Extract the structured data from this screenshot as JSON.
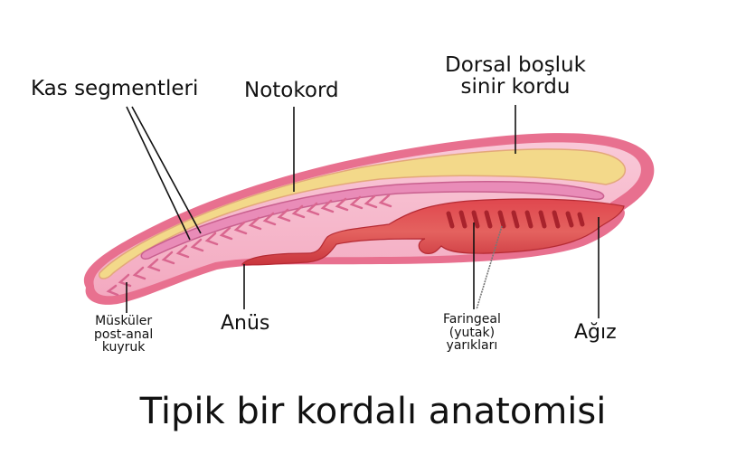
{
  "title": "Tipik bir kordalı anatomisi",
  "labels": {
    "muscle_segments": "Kas segmentleri",
    "notochord": "Notokord",
    "nerve_cord_line1": "Dorsal boşluk",
    "nerve_cord_line2": "sinir kordu",
    "tail_line1": "Müsküler",
    "tail_line2": "post-anal",
    "tail_line3": "kuyruk",
    "anus": "Anüs",
    "pharyngeal_line1": "Faringeal",
    "pharyngeal_line2": "(yutak)",
    "pharyngeal_line3": "yarıkları",
    "mouth": "Ağız"
  },
  "colors": {
    "body_outer": "#e8708f",
    "body_inner": "#f6b8cb",
    "nerve_cord": "#f3d98a",
    "notochord": "#d979a8",
    "gut": "#d9434a",
    "gut_dark": "#b52a33",
    "chevrons": "#d9668f",
    "leader_lines": "#111111"
  }
}
